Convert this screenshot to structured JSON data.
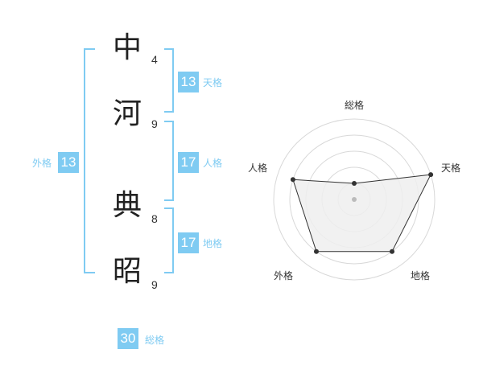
{
  "name": {
    "characters": [
      {
        "char": "中",
        "strokes": "4"
      },
      {
        "char": "河",
        "strokes": "9"
      },
      {
        "char": "典",
        "strokes": "8"
      },
      {
        "char": "昭",
        "strokes": "9"
      }
    ]
  },
  "fortunes": {
    "tenkaku": {
      "label": "天格",
      "value": "13"
    },
    "jinkaku": {
      "label": "人格",
      "value": "17"
    },
    "chikaku": {
      "label": "地格",
      "value": "17"
    },
    "gaikaku": {
      "label": "外格",
      "value": "13"
    },
    "soukaku": {
      "label": "総格",
      "value": "30"
    }
  },
  "radar": {
    "axes": [
      "総格",
      "天格",
      "地格",
      "外格",
      "人格"
    ],
    "levels": 5,
    "values": [
      1,
      5,
      4,
      4,
      4
    ],
    "colors": {
      "grid": "#d8d8d8",
      "fill": "#eeeeee",
      "line": "#333333",
      "center": "#bbbbbb",
      "point": "#333333"
    }
  },
  "colors": {
    "accent": "#7fcbf2"
  }
}
